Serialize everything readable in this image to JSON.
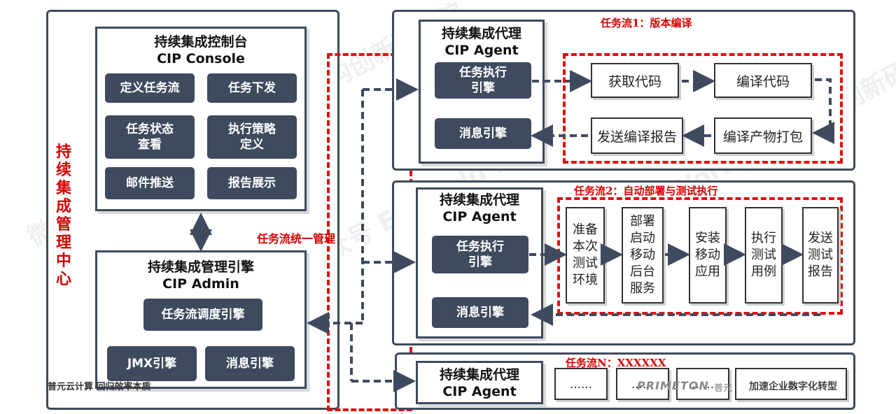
{
  "center": {
    "label": "持续集成管理中心",
    "console": {
      "title_cn": "持续集成控制台",
      "title_en": "CIP Console",
      "buttons": [
        "定义任务流",
        "任务下发",
        "任务状态\n查看",
        "执行策略\n定义",
        "邮件推送",
        "报告展示"
      ]
    },
    "admin": {
      "title_cn": "持续集成管理引擎",
      "title_en": "CIP Admin",
      "scheduler": "任务流调度引擎",
      "jmx": "JMX引擎",
      "msg": "消息引擎"
    },
    "footer": "普元云计算 回归效率本质"
  },
  "unified_label": "任务流统一管理",
  "agents": [
    {
      "title_cn": "持续集成代理",
      "title_en": "CIP Agent",
      "exec": "任务执行\n引擎",
      "msg": "消息引擎",
      "flow_label": "任务流1：版本编译",
      "steps": [
        "获取代码",
        "编译代码",
        "编译产物打包",
        "发送编译报告"
      ]
    },
    {
      "title_cn": "持续集成代理",
      "title_en": "CIP Agent",
      "exec": "任务执行\n引擎",
      "msg": "消息引擎",
      "flow_label": "任务流2：自动部署与测试执行",
      "steps": [
        "准备本次测试环境",
        "部署启动移动后台服务",
        "安装移动应用",
        "执行测试用例",
        "发送测试报告"
      ]
    },
    {
      "title_cn": "持续集成代理",
      "title_en": "CIP Agent",
      "flow_label": "任务流N：XXXXXX",
      "steps": [
        "……",
        "……",
        "……",
        "……"
      ]
    }
  ],
  "brand": {
    "logo": "PRIMETON",
    "suffix": "普元",
    "slogan": "加速企业数字化转型"
  },
  "watermark": "微信公众号 EAWorld 企业架构创新研究院",
  "colors": {
    "panel": "#3e4a5e",
    "accent": "#e01010"
  }
}
